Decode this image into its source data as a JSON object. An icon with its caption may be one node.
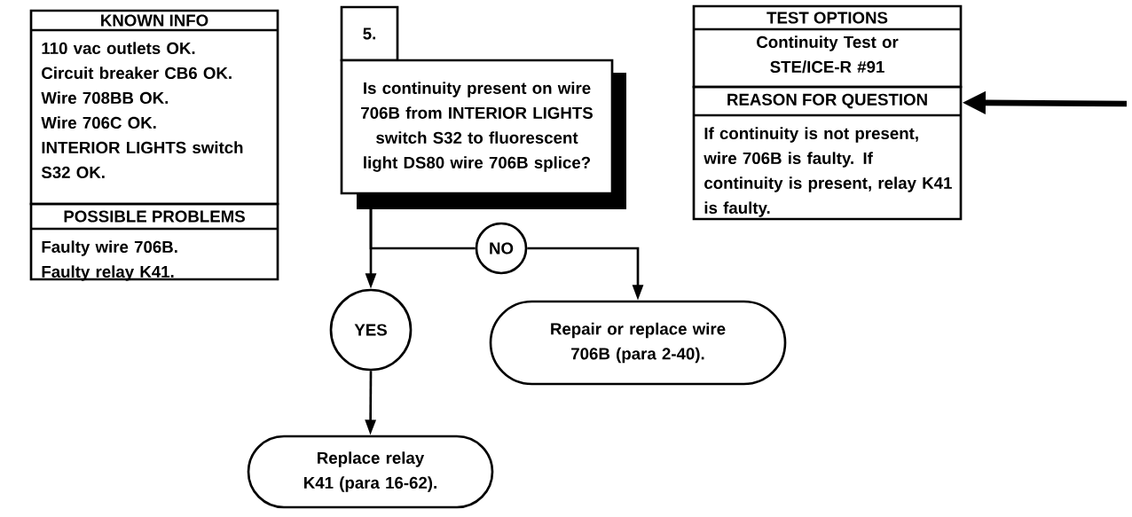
{
  "diagram": {
    "nodes": [
      {
        "text": [
          "5."
        ]
      },
      {
        "text": [
          "Is continuity present on wire 706B from INTERIOR LIGHTS switch S32 to fluorescent light DS80 wire 706B splice?"
        ]
      },
      {
        "text": [
          "NO"
        ]
      },
      {
        "text": [
          "YES"
        ]
      },
      {
        "text": [
          "Repair or replace wire 706B (para 2-40)."
        ]
      },
      {
        "text": [
          "Replace relay K41 (para 16-62)."
        ]
      },
      {
        "text": [
          "KNOWN INFO",
          "110 vac outlets OK.",
          "Circuit breaker CB6 OK.",
          "Wire 708BB OK.",
          "Wire 706C OK.",
          "INTERIOR LIGHTS switch S32 OK."
        ]
      },
      {
        "text": [
          "POSSIBLE PROBLEMS",
          "Faulty wire 706B.",
          "Faulty relay K41."
        ]
      },
      {
        "text": [
          "TEST OPTIONS",
          "Continuity Test or STE/ICE-R #91"
        ]
      },
      {
        "text": [
          "REASON FOR QUESTION",
          "If continuity is not present, wire 706B is faulty. If continuity is present, relay K41 is faulty."
        ]
      }
    ],
    "edges": [
      {
        "from": 1,
        "to": 3,
        "arrow": "to"
      },
      {
        "from": 1,
        "to": 2,
        "arrow": "none"
      },
      {
        "from": 2,
        "to": 4,
        "arrow": "to"
      },
      {
        "from": 3,
        "to": 5,
        "arrow": "to"
      },
      {
        "from": null,
        "to": 9,
        "arrow": "to",
        "style": "thick"
      }
    ]
  }
}
